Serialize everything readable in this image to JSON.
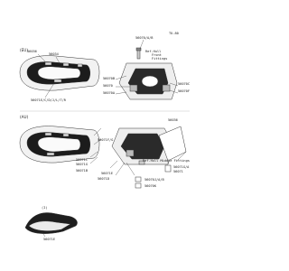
{
  "page_code": "TU-80",
  "panels": [
    {
      "tag": "(EU)",
      "labels": {
        "top_left": "56036",
        "top_left_2": "56034",
        "rear_top": "56070/A/B",
        "ref_hull": "Ref.Hull",
        "ref_hull_2": "Front",
        "ref_hull_3": "Fittings",
        "mid_a": "56070B",
        "mid_b": "56070",
        "mid_c": "56070A",
        "right_a": "56070C",
        "right_b": "56070F",
        "bottom": "56071E/C/D/J/L/T/R"
      }
    },
    {
      "tag": "(AU)",
      "labels": {
        "top_right": "56036",
        "left_mid": "56071F/G",
        "left_a": "56071C",
        "left_b": "56071G",
        "left_c": "56071B",
        "center_a": "56071E",
        "center_b": "56071D",
        "ref_hull": "Ref.Hull Middle Fittings",
        "right_a": "56071G/A",
        "right_b": "56071",
        "right_c": "56070J/A/B",
        "right_d": "56070K",
        "seat_tag": "(I)",
        "seat_label": "56071E"
      }
    }
  ]
}
